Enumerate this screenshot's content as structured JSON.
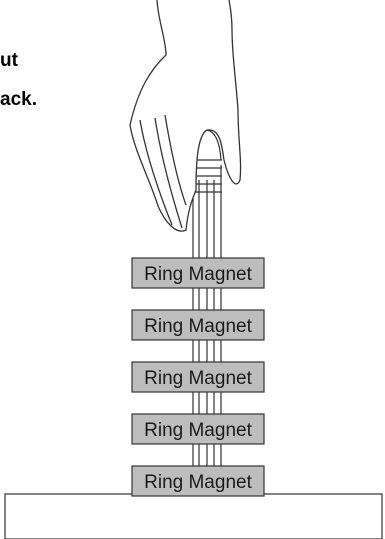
{
  "caption": {
    "line1": "ut",
    "line2": "ack."
  },
  "magnets": [
    {
      "label": "Ring Magnet"
    },
    {
      "label": "Ring Magnet"
    },
    {
      "label": "Ring Magnet"
    },
    {
      "label": "Ring Magnet"
    },
    {
      "label": "Ring Magnet"
    }
  ],
  "colors": {
    "magnet_fill": "#bdbdbd",
    "outline": "#333333",
    "base_fill": "#ffffff"
  },
  "icons": {
    "hand": "hand-icon",
    "pencil": "pencil-icon"
  }
}
